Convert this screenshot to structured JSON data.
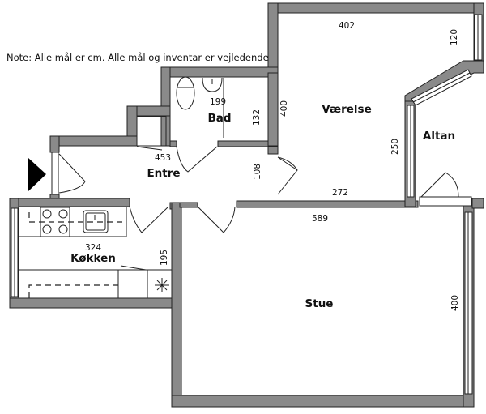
{
  "note": "Note: Alle mål er cm. Alle mål og inventar er vejledende",
  "rooms": {
    "vaerelse": {
      "label": "Værelse",
      "dims": [
        "402",
        "400",
        "120",
        "250",
        "272"
      ]
    },
    "altan": {
      "label": "Altan"
    },
    "bad": {
      "label": "Bad",
      "dims": [
        "199",
        "132"
      ]
    },
    "entre": {
      "label": "Entre",
      "dims": [
        "453",
        "108"
      ]
    },
    "koekken": {
      "label": "Køkken",
      "dims": [
        "324",
        "195"
      ]
    },
    "stue": {
      "label": "Stue",
      "dims": [
        "589",
        "400"
      ]
    }
  },
  "colors": {
    "wall": "#8a8a8a",
    "line": "#222222"
  }
}
